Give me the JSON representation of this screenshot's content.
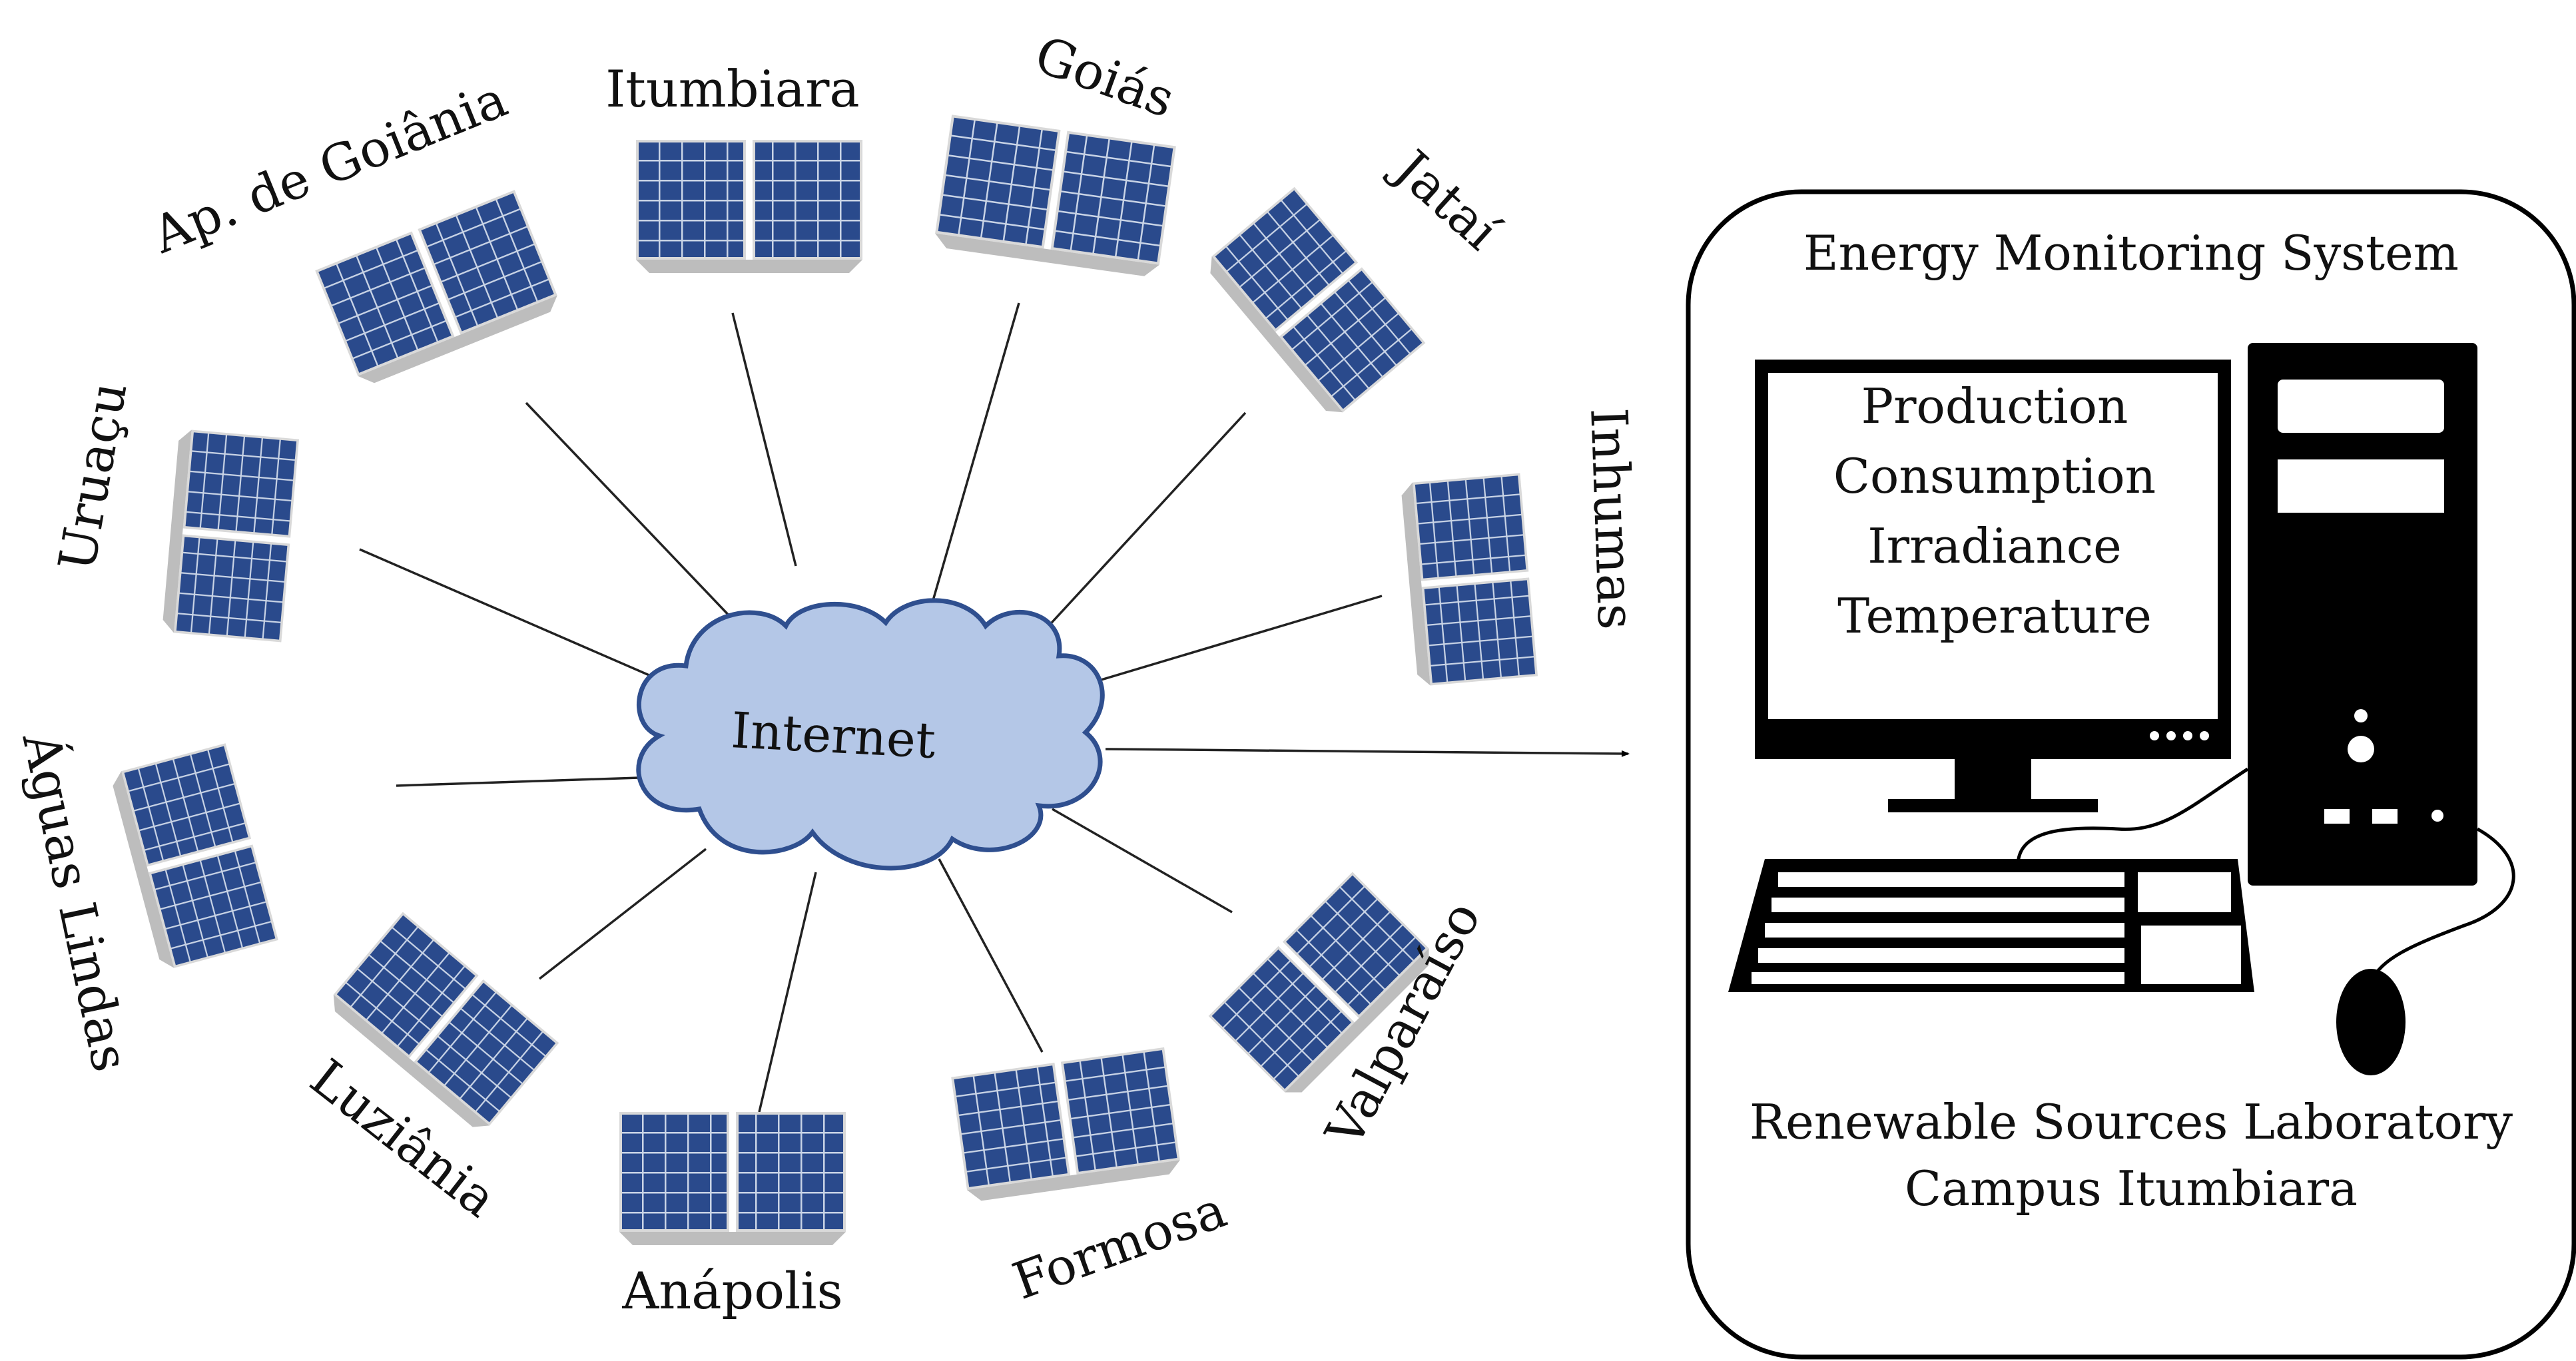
{
  "network": {
    "hub_label": "Internet",
    "sites": [
      {
        "name": "Itumbiara"
      },
      {
        "name": "Goiás"
      },
      {
        "name": "Jataí"
      },
      {
        "name": "Inhumas"
      },
      {
        "name": "Valparaíso"
      },
      {
        "name": "Formosa"
      },
      {
        "name": "Anápolis"
      },
      {
        "name": "Luziânia"
      },
      {
        "name": "Águas Lindas"
      },
      {
        "name": "Uruaçu"
      },
      {
        "name": "Ap. de Goiânia"
      }
    ]
  },
  "monitor_box": {
    "title": "Energy Monitoring System",
    "screen_lines": [
      "Production",
      "Consumption",
      "Irradiance",
      "Temperature"
    ],
    "footer_line1": "Renewable Sources Laboratory",
    "footer_line2": "Campus Itumbiara"
  },
  "colors": {
    "cloud_fill": "#b4c7e7",
    "cloud_stroke": "#2f4f8f",
    "panel_blue": "#2a4a8c",
    "panel_grid": "#c9d4e6",
    "computer": "#000000"
  }
}
